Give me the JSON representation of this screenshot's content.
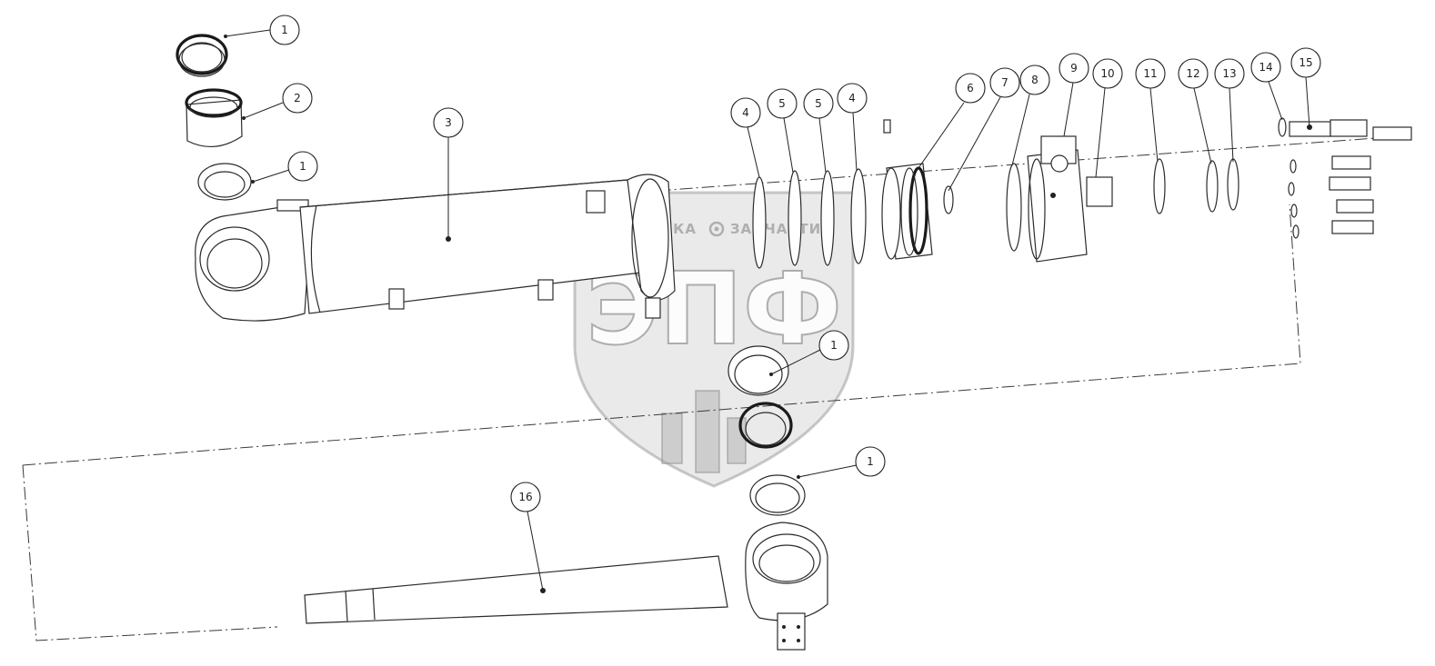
{
  "watermark": {
    "brand": "ЭПФ",
    "tagline_left": "ТЕХНИКА",
    "tagline_right": "ЗАПЧАСТИ"
  },
  "callouts": [
    {
      "id": "c1a",
      "label": "1"
    },
    {
      "id": "c2",
      "label": "2"
    },
    {
      "id": "c1b",
      "label": "1"
    },
    {
      "id": "c3",
      "label": "3"
    },
    {
      "id": "c4a",
      "label": "4"
    },
    {
      "id": "c5a",
      "label": "5"
    },
    {
      "id": "c5b",
      "label": "5"
    },
    {
      "id": "c4b",
      "label": "4"
    },
    {
      "id": "c6",
      "label": "6"
    },
    {
      "id": "c7",
      "label": "7"
    },
    {
      "id": "c8",
      "label": "8"
    },
    {
      "id": "c9",
      "label": "9"
    },
    {
      "id": "c10",
      "label": "10"
    },
    {
      "id": "c11",
      "label": "11"
    },
    {
      "id": "c12",
      "label": "12"
    },
    {
      "id": "c13",
      "label": "13"
    },
    {
      "id": "c14",
      "label": "14"
    },
    {
      "id": "c15",
      "label": "15"
    },
    {
      "id": "c1c",
      "label": "1"
    },
    {
      "id": "c1d",
      "label": "1"
    },
    {
      "id": "c16",
      "label": "16"
    }
  ]
}
